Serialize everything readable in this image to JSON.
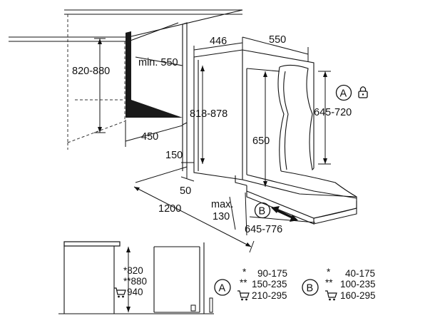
{
  "dimensions": {
    "cabinet_height": "820-880",
    "min_depth": "min. 550",
    "appliance_width": "446",
    "appliance_depth": "550",
    "door_height_range": "645-720",
    "niche_height": "818-878",
    "door_height": "650",
    "niche_depth": "450",
    "plinth_height": "150",
    "plinth_depth": "50",
    "niche_width": "1200",
    "max_label": "max.",
    "max_value": "130",
    "door_opening": "645-776"
  },
  "markers": {
    "a": "A",
    "b": "B"
  },
  "legend": {
    "a_rows": [
      {
        "symbol": "*",
        "range": "90-175"
      },
      {
        "symbol": "**",
        "range": "150-235"
      },
      {
        "symbol": "cart",
        "range": "210-295"
      }
    ],
    "b_rows": [
      {
        "symbol": "*",
        "range": "40-175"
      },
      {
        "symbol": "**",
        "range": "100-235"
      },
      {
        "symbol": "cart",
        "range": "160-295"
      }
    ]
  },
  "side_view": {
    "h1": "*820",
    "h2": "**880",
    "h3": "940"
  },
  "colors": {
    "ink": "#111111",
    "shade": "#1a1a1a"
  },
  "icons": [
    "lock-icon",
    "cart-icon"
  ]
}
